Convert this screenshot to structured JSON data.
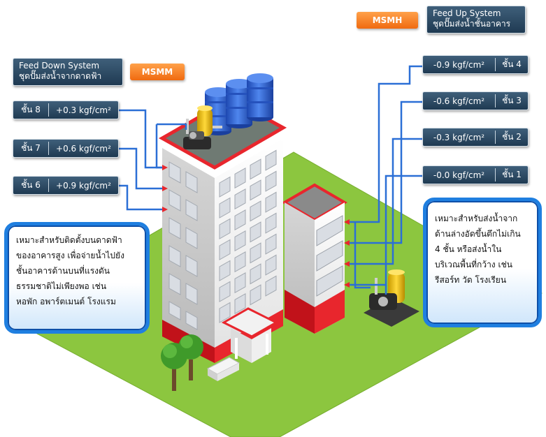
{
  "feed_down": {
    "title_en": "Feed Down System",
    "title_th": "ชุดปั๊มส่งน้ำจากดาดฟ้า",
    "model": "MSMM",
    "floors": [
      {
        "floor": "ชั้น 8",
        "pressure": "+0.3 kgf/cm²"
      },
      {
        "floor": "ชั้น 7",
        "pressure": "+0.6 kgf/cm²"
      },
      {
        "floor": "ชั้น 6",
        "pressure": "+0.9 kgf/cm²"
      }
    ],
    "description": [
      "เหมาะสำหรับติดตั้งบนดาดฟ้า",
      "ของอาคารสูง เพื่อจ่ายน้ำไปยัง",
      "ชั้นอาคารด้านบนที่แรงดัน",
      "ธรรมชาติไม่เพียงพอ เช่น",
      "หอพัก อพาร์ตเมนต์ โรงแรม"
    ]
  },
  "feed_up": {
    "title_en": "Feed Up System",
    "title_th": "ชุดปั๊มส่งน้ำชั้นอาคาร",
    "model": "MSMH",
    "floors": [
      {
        "pressure": "-0.9 kgf/cm²",
        "floor": "ชั้น 4"
      },
      {
        "pressure": "-0.6 kgf/cm²",
        "floor": "ชั้น 3"
      },
      {
        "pressure": "-0.3 kgf/cm²",
        "floor": "ชั้น 2"
      },
      {
        "pressure": "-0.0 kgf/cm²",
        "floor": "ชั้น 1"
      }
    ],
    "description": [
      "เหมาะสำหรับส่งน้ำจาก",
      "ด้านล่างอัดขึ้นตึกไม่เกิน",
      "4 ชั้น หรือส่งน้ำใน",
      "บริเวณพื้นที่กว้าง เช่น",
      "รีสอร์ท วัด โรงเรียน"
    ]
  },
  "colors": {
    "pipe": "#2b6fd6",
    "grass": "#8cc63f",
    "building_red": "#e8262d",
    "tank": "#2f63d8",
    "accent_orange": "#f47b20"
  }
}
